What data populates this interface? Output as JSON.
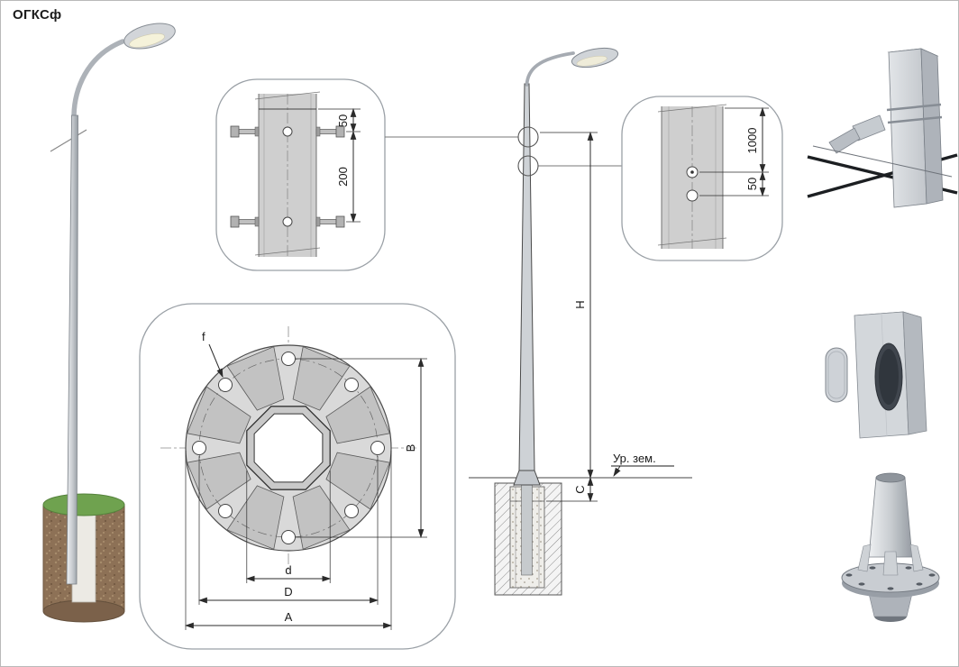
{
  "title": "ОГКСф",
  "top_detail": {
    "dim_top": "50",
    "dim_bottom": "200"
  },
  "right_detail": {
    "dim_top": "1000",
    "dim_bottom": "50"
  },
  "flange_detail": {
    "hole_label": "f",
    "dim_vertical": "B",
    "dim_inner": "d",
    "dim_bolt_circle": "D",
    "dim_outer": "A"
  },
  "elevation": {
    "dim_height": "H",
    "dim_depth": "C",
    "ground_label": "Ур. зем."
  },
  "colors": {
    "accent_line": "#2b2b2b",
    "metal_gray": "#c9cdd1",
    "grass_green": "#6fa24f",
    "soil_brown": "#8d7156"
  }
}
